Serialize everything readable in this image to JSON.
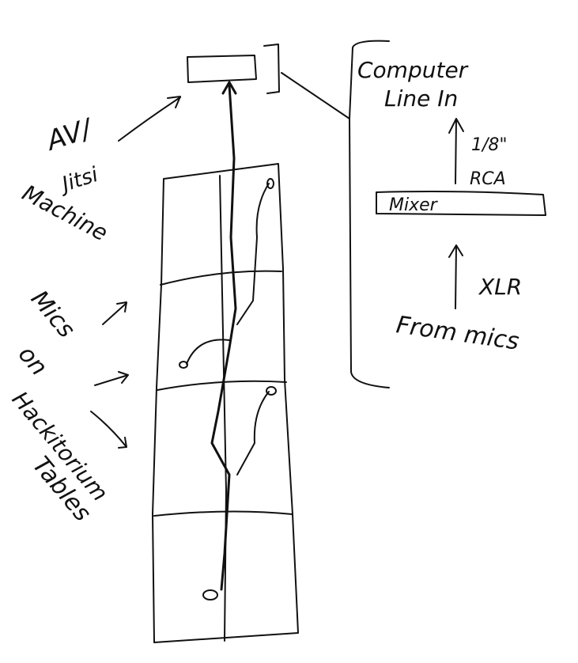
{
  "left_labels": {
    "av_machine": [
      "AV/",
      "Jitsi",
      "Machine"
    ],
    "mics": [
      "Mics",
      "on",
      "Hackitorium",
      "Tables"
    ]
  },
  "signal_chain": {
    "computer": [
      "Computer",
      "Line In"
    ],
    "upper_link": [
      "1/8\"",
      "RCA"
    ],
    "mixer": "Mixer",
    "lower_link": "XLR",
    "source": "From mics"
  }
}
